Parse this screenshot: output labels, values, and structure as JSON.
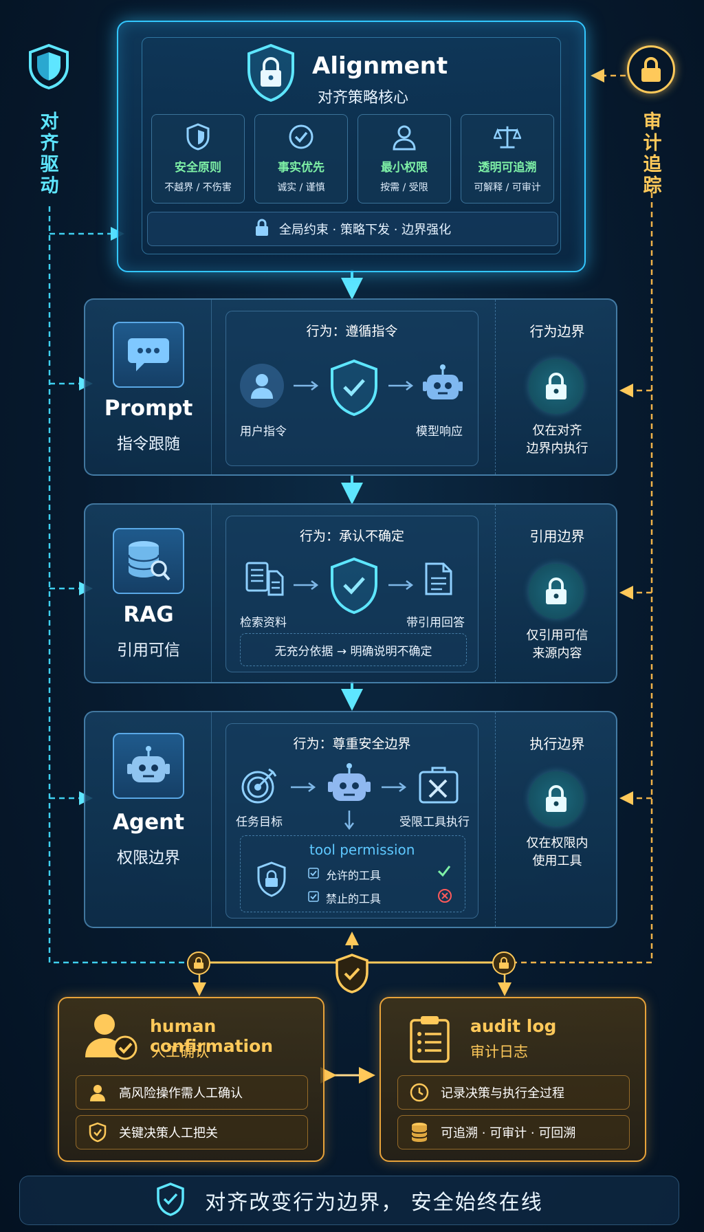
{
  "left_rail": {
    "label": "对齐驱动"
  },
  "right_rail": {
    "label": "审计追踪"
  },
  "alignment": {
    "title": "Alignment",
    "subtitle": "对齐策略核心",
    "principles": [
      {
        "title": "安全原则",
        "desc": "不越界 / 不伤害",
        "icon": "shield-icon"
      },
      {
        "title": "事实优先",
        "desc": "诚实 / 谨慎",
        "icon": "check-circle-icon"
      },
      {
        "title": "最小权限",
        "desc": "按需 / 受限",
        "icon": "user-icon"
      },
      {
        "title": "透明可追溯",
        "desc": "可解释 / 可审计",
        "icon": "scale-icon"
      }
    ],
    "constraint": "全局约束 · 策略下发 · 边界强化"
  },
  "stages": {
    "prompt": {
      "name": "Prompt",
      "name_cn": "指令跟随",
      "behavior": "行为：遵循指令",
      "from": "用户指令",
      "to": "模型响应",
      "boundary_title": "行为边界",
      "boundary_line1": "仅在对齐",
      "boundary_line2": "边界内执行"
    },
    "rag": {
      "name": "RAG",
      "name_cn": "引用可信",
      "behavior": "行为：承认不确定",
      "from": "检索资料",
      "to": "带引用回答",
      "note": "无充分依据 → 明确说明不确定",
      "boundary_title": "引用边界",
      "boundary_line1": "仅引用可信",
      "boundary_line2": "来源内容"
    },
    "agent": {
      "name": "Agent",
      "name_cn": "权限边界",
      "behavior": "行为：尊重安全边界",
      "from": "任务目标",
      "to": "受限工具执行",
      "permission_title": "tool permission",
      "allowed": "允许的工具",
      "forbidden": "禁止的工具",
      "boundary_title": "执行边界",
      "boundary_line1": "仅在权限内",
      "boundary_line2": "使用工具"
    }
  },
  "human": {
    "title": "human confirmation",
    "title_cn": "人工确认",
    "items": [
      "高风险操作需人工确认",
      "关键决策人工把关"
    ]
  },
  "audit": {
    "title": "audit log",
    "title_cn": "审计日志",
    "items": [
      "记录决策与执行全过程",
      "可追溯 · 可审计 · 可回溯"
    ]
  },
  "footer": {
    "text": "对齐改变行为边界， 安全始终在线"
  },
  "colors": {
    "cyan": "#5ee6ff",
    "gold": "#ffc95a",
    "green": "#7ef0a6",
    "red": "#ff5a5a"
  }
}
